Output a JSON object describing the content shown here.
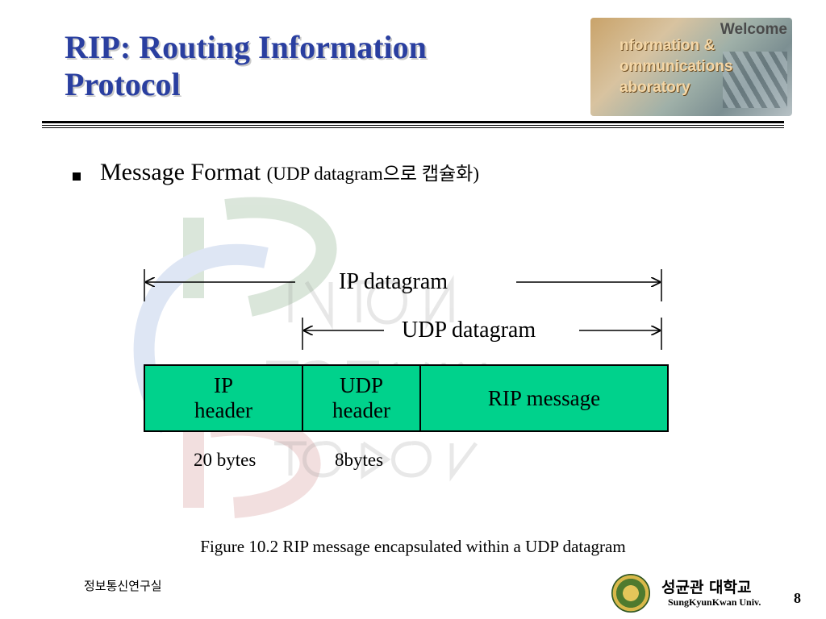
{
  "title": {
    "line1": "RIP: Routing Information",
    "line2": "Protocol"
  },
  "logo": {
    "welcome": "Welcome",
    "line1": "nformation &",
    "line2": "ommunications",
    "line3": "aboratory"
  },
  "bullet": {
    "main": "Message Format",
    "sub": "(UDP datagram으로 캡슐화)"
  },
  "diagram": {
    "ip_datagram_label": "IP datagram",
    "udp_datagram_label": "UDP datagram",
    "boxes": {
      "ip_header_line1": "IP",
      "ip_header_line2": "header",
      "udp_header_line1": "UDP",
      "udp_header_line2": "header",
      "rip_message": "RIP message"
    },
    "sizes": {
      "ip": "20 bytes",
      "udp": "8bytes"
    }
  },
  "caption": "Figure 10.2 RIP message encapsulated within a UDP datagram",
  "footer": {
    "lab": "정보통신연구실",
    "univ_korean": "성균관 대학교",
    "univ_english": "SungKyunKwan Univ.",
    "page_number": "8"
  },
  "colors": {
    "title": "#2a3fa0",
    "box_fill": "#00d28c"
  }
}
